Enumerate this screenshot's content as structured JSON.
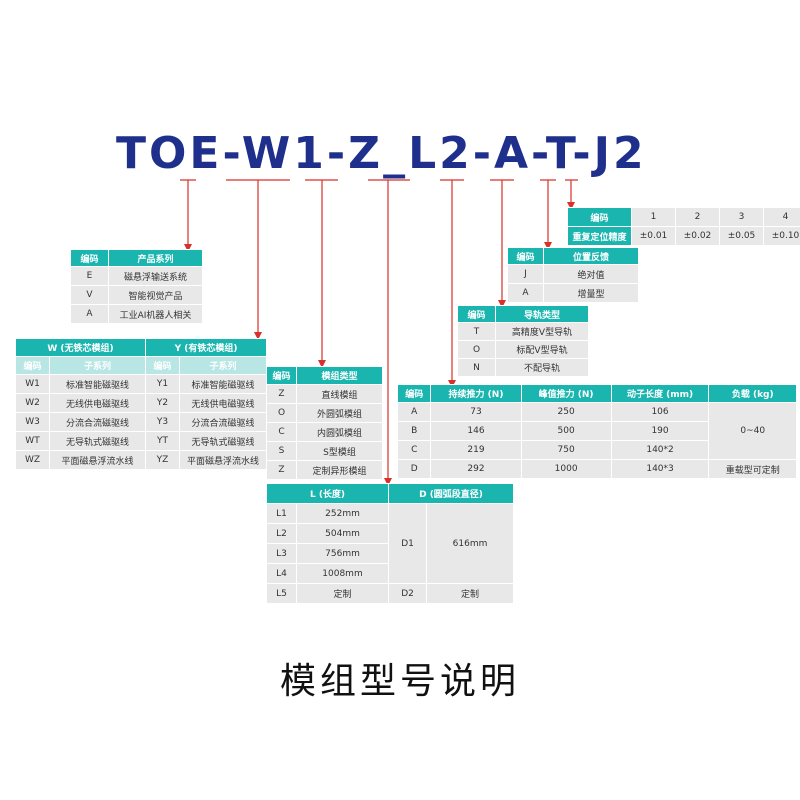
{
  "model_code": "TOE-W1-Z_L2-A-T-J2",
  "caption": "模组型号说明",
  "colors": {
    "header": "#1bb5b0",
    "subheader": "#b7e6e4",
    "cell": "#e8e8e8",
    "arrow": "#d9302a",
    "code": "#1f2f8c"
  },
  "repeatability": {
    "code_label": "编码",
    "codes": [
      "1",
      "2",
      "3",
      "4"
    ],
    "accuracy_label": "重复定位精度",
    "values": [
      "±0.01",
      "±0.02",
      "±0.05",
      "±0.10"
    ]
  },
  "position_feedback": {
    "headers": [
      "编码",
      "位置反馈"
    ],
    "rows": [
      [
        "J",
        "绝对值"
      ],
      [
        "A",
        "增量型"
      ]
    ]
  },
  "guide": {
    "headers": [
      "编码",
      "导轨类型"
    ],
    "rows": [
      [
        "T",
        "高精度V型导轨"
      ],
      [
        "O",
        "标配V型导轨"
      ],
      [
        "N",
        "不配导轨"
      ]
    ]
  },
  "force": {
    "headers": [
      "编码",
      "持续推力 (N)",
      "峰值推力 (N)",
      "动子长度 (mm)",
      "负载 (kg)"
    ],
    "rows": [
      [
        "A",
        "73",
        "250",
        "106"
      ],
      [
        "B",
        "146",
        "500",
        "190"
      ],
      [
        "C",
        "219",
        "750",
        "140*2"
      ],
      [
        "D",
        "292",
        "1000",
        "140*3"
      ]
    ],
    "load_main": "0~40",
    "load_heavy": "重载型可定制"
  },
  "product_series": {
    "headers": [
      "编码",
      "产品系列"
    ],
    "rows": [
      [
        "E",
        "磁悬浮输送系统"
      ],
      [
        "V",
        "智能视觉产品"
      ],
      [
        "A",
        "工业AI机器人相关"
      ]
    ]
  },
  "subseries": {
    "group_w": "W (无铁芯模组)",
    "group_y": "Y (有铁芯模组)",
    "subheaders": [
      "编码",
      "子系列",
      "编码",
      "子系列"
    ],
    "rows": [
      [
        "W1",
        "标准智能磁驱线",
        "Y1",
        "标准智能磁驱线"
      ],
      [
        "W2",
        "无线供电磁驱线",
        "Y2",
        "无线供电磁驱线"
      ],
      [
        "W3",
        "分流合流磁驱线",
        "Y3",
        "分流合流磁驱线"
      ],
      [
        "WT",
        "无导轨式磁驱线",
        "YT",
        "无导轨式磁驱线"
      ],
      [
        "WZ",
        "平面磁悬浮流水线",
        "YZ",
        "平面磁悬浮流水线"
      ]
    ]
  },
  "module_type": {
    "headers": [
      "编码",
      "模组类型"
    ],
    "rows": [
      [
        "Z",
        "直线模组"
      ],
      [
        "O",
        "外圆弧模组"
      ],
      [
        "C",
        "内圆弧模组"
      ],
      [
        "S",
        "S型模组"
      ],
      [
        "Z",
        "定制异形模组"
      ]
    ]
  },
  "length": {
    "header_l": "L (长度)",
    "header_d": "D (圆弧段直径)",
    "l_rows": [
      [
        "L1",
        "252mm"
      ],
      [
        "L2",
        "504mm"
      ],
      [
        "L3",
        "756mm"
      ],
      [
        "L4",
        "1008mm"
      ],
      [
        "L5",
        "定制"
      ]
    ],
    "d1": [
      "D1",
      "616mm"
    ],
    "d2": [
      "D2",
      "定制"
    ]
  }
}
